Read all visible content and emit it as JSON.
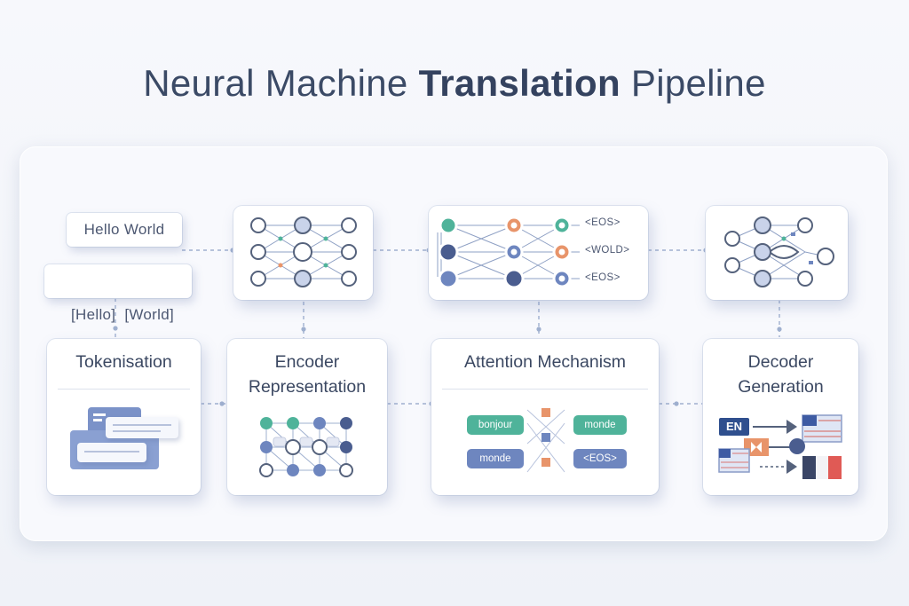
{
  "title": {
    "part1": "Neural Machine ",
    "part2": "Translation",
    "part3": " Pipeline"
  },
  "input_chips": {
    "sentence": "Hello World",
    "tokens": "[Hello]  [World]"
  },
  "stages": [
    {
      "label_line1": "Tokenisation",
      "label_line2": ""
    },
    {
      "label_line1": "Encoder",
      "label_line2": "Representation"
    },
    {
      "label_line1": "Attention Mechanism",
      "label_line2": ""
    },
    {
      "label_line1": "Decoder",
      "label_line2": "Generation"
    }
  ],
  "attention_network": {
    "outputs": [
      "<EOS>",
      "<WOLD>",
      "<EOS>"
    ]
  },
  "attention_pills": {
    "left": [
      "bonjour",
      "monde"
    ],
    "right": [
      "monde",
      "<EOS>"
    ]
  },
  "decoder": {
    "lang_tag": "EN"
  },
  "colors": {
    "teal": "#4fb39a",
    "orange": "#e8946a",
    "blue": "#6e86bf",
    "navy": "#4a5d8f",
    "node_border": "#55627c",
    "connector": "#9fb0cf"
  }
}
